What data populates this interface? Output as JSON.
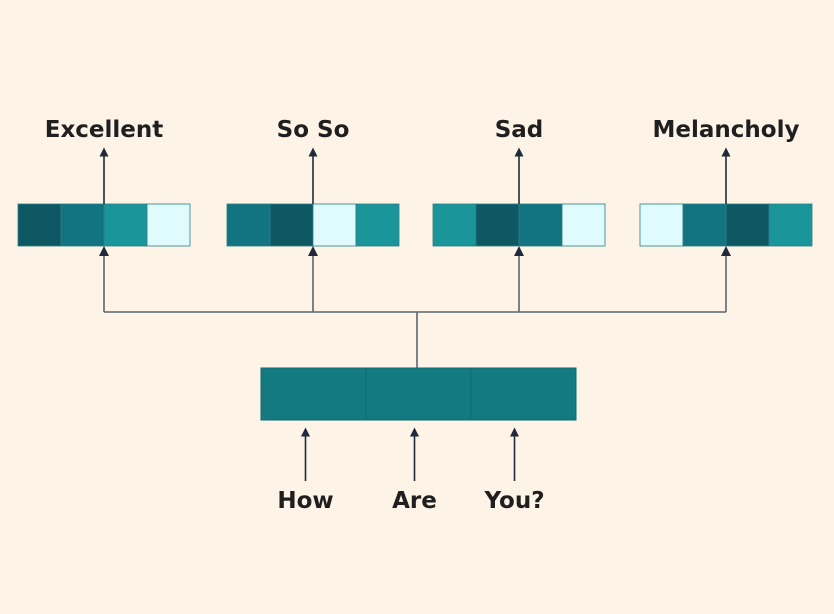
{
  "diagram": {
    "outputs": [
      {
        "label": "Excellent",
        "cells": [
          "#0e5864",
          "#117480",
          "#1a959a",
          "#dffbfd"
        ]
      },
      {
        "label": "So So",
        "cells": [
          "#117480",
          "#0e5864",
          "#dffbfd",
          "#1a959a"
        ]
      },
      {
        "label": "Sad",
        "cells": [
          "#1a959a",
          "#0e5864",
          "#117480",
          "#dffbfd"
        ]
      },
      {
        "label": "Melancholy",
        "cells": [
          "#dffbfd",
          "#117480",
          "#0e5864",
          "#1a959a"
        ]
      }
    ],
    "inputs": [
      {
        "label": "How"
      },
      {
        "label": "Are"
      },
      {
        "label": "You?"
      }
    ],
    "encoder_color": "#137a82",
    "line_color": "#5b6770",
    "arrow_color": "#1f2a3c"
  }
}
